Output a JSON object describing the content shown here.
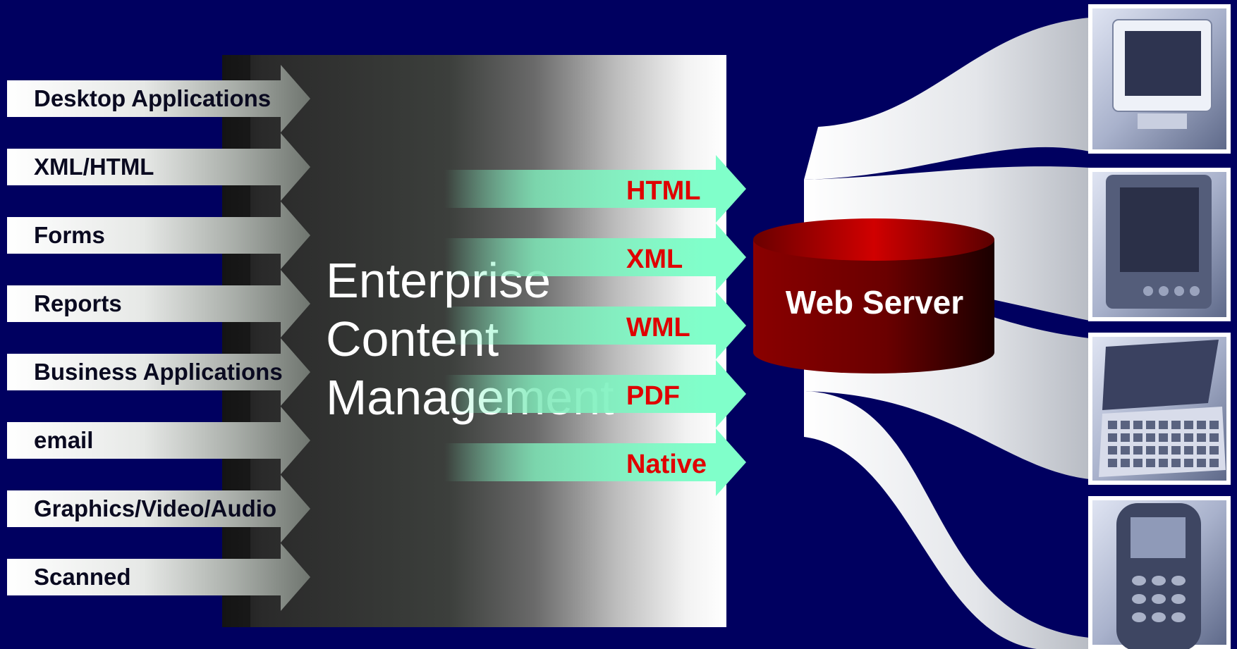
{
  "colors": {
    "background": "#000060",
    "output_label": "#e00000",
    "title_text": "#ffffff",
    "input_text": "#0a0a20",
    "server_top": "#a40000",
    "server_body": "#7a0000",
    "output_arrow": "#7fffc8"
  },
  "inputs": [
    {
      "label": "Desktop Applications"
    },
    {
      "label": "XML/HTML"
    },
    {
      "label": "Forms"
    },
    {
      "label": "Reports"
    },
    {
      "label": "Business Applications"
    },
    {
      "label": "email"
    },
    {
      "label": "Graphics/Video/Audio"
    },
    {
      "label": "Scanned"
    }
  ],
  "center": {
    "title_lines": [
      "Enterprise",
      "Content",
      "Management"
    ]
  },
  "outputs": [
    {
      "label": "HTML"
    },
    {
      "label": "XML"
    },
    {
      "label": "WML"
    },
    {
      "label": "PDF"
    },
    {
      "label": "Native"
    }
  ],
  "server": {
    "label": "Web Server"
  },
  "devices": [
    {
      "icon": "desktop-monitor-icon"
    },
    {
      "icon": "pda-handheld-icon"
    },
    {
      "icon": "handheld-pc-keyboard-icon"
    },
    {
      "icon": "mobile-phone-icon"
    }
  ]
}
